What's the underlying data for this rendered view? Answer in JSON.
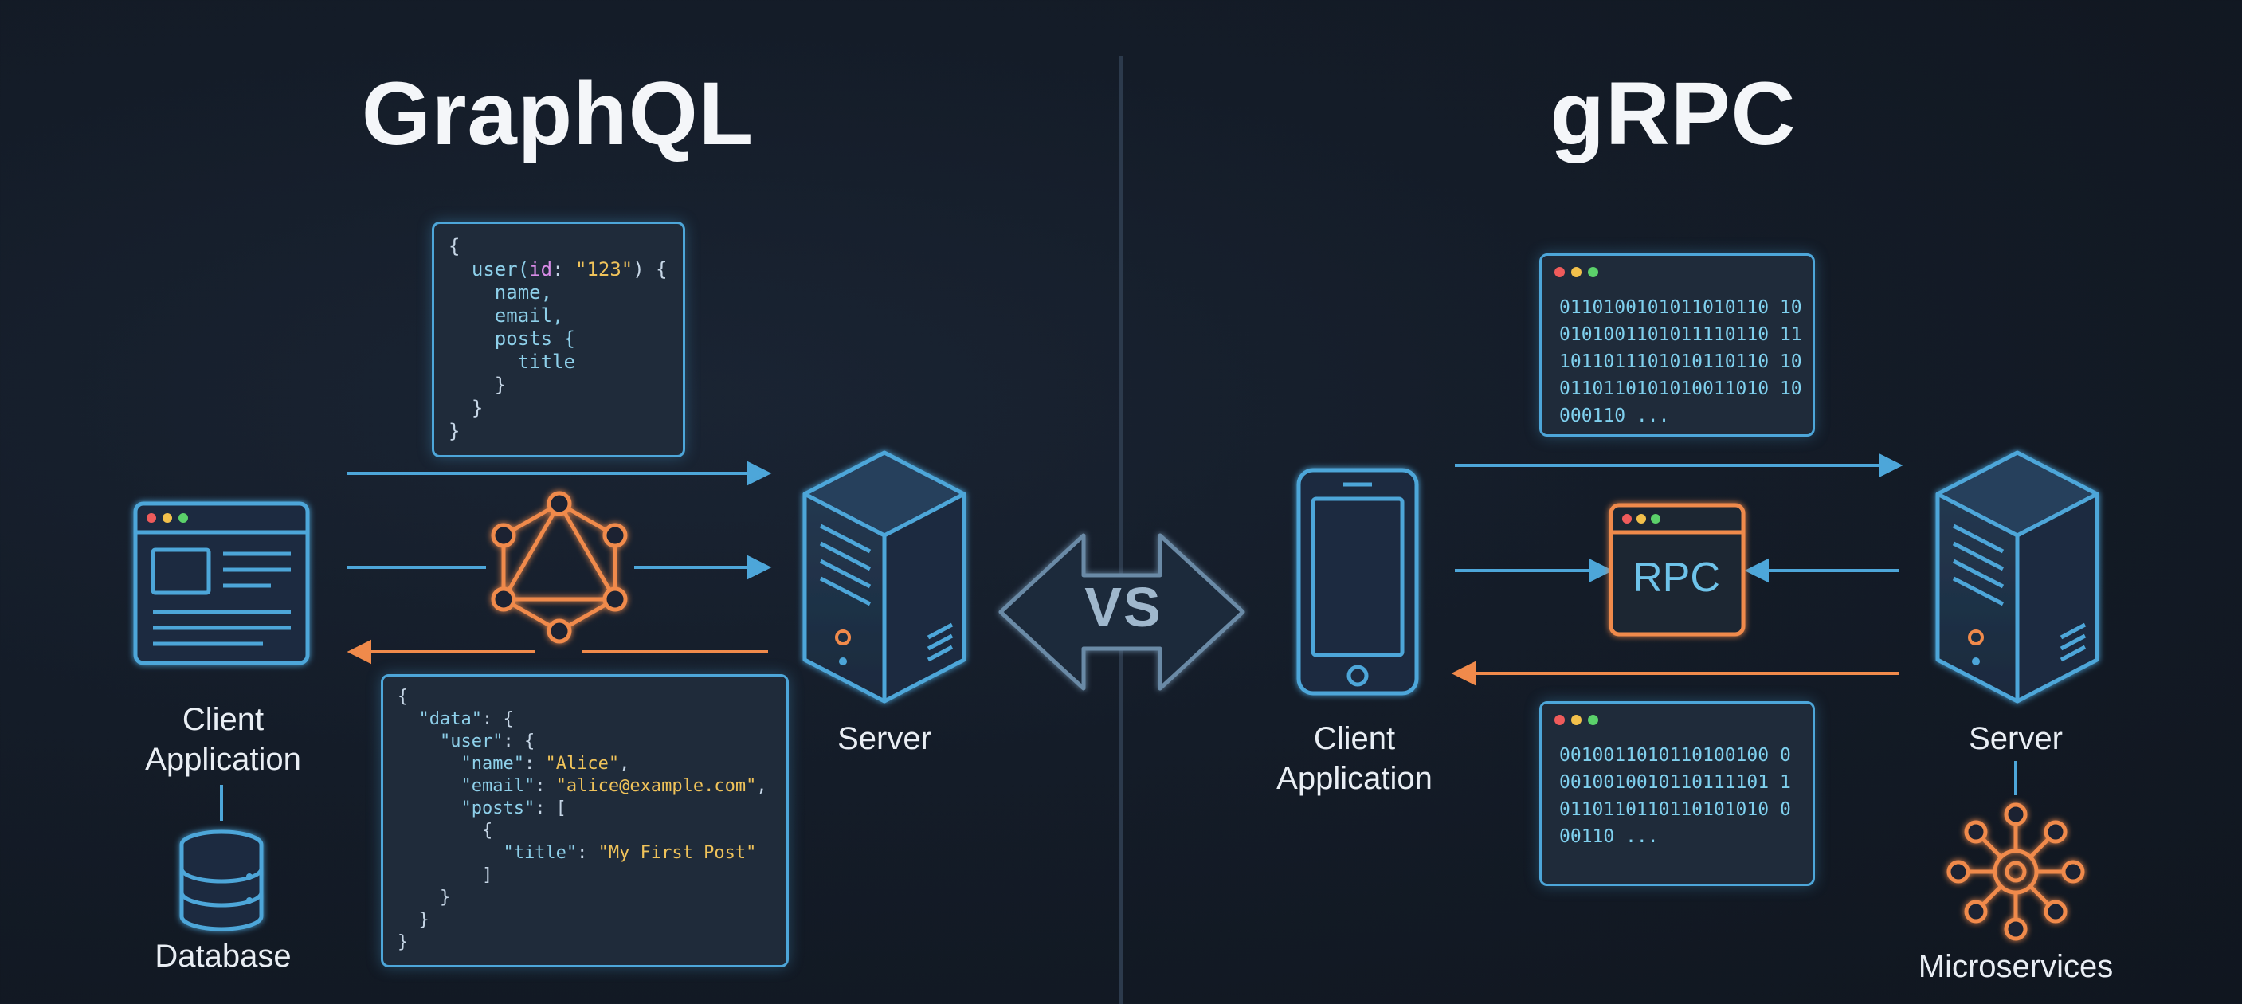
{
  "left": {
    "title": "GraphQL",
    "request_lines": [
      {
        "parts": [
          {
            "t": "{",
            "c": ""
          }
        ]
      },
      {
        "parts": [
          {
            "t": "  user(",
            "c": "k"
          },
          {
            "t": "id",
            "c": "kw"
          },
          {
            "t": ": ",
            "c": ""
          },
          {
            "t": "\"123\"",
            "c": "s"
          },
          {
            "t": ") {",
            "c": ""
          }
        ]
      },
      {
        "parts": [
          {
            "t": "    name,",
            "c": "k"
          }
        ]
      },
      {
        "parts": [
          {
            "t": "    email,",
            "c": "k"
          }
        ]
      },
      {
        "parts": [
          {
            "t": "    posts {",
            "c": "k"
          }
        ]
      },
      {
        "parts": [
          {
            "t": "      title",
            "c": "k"
          }
        ]
      },
      {
        "parts": [
          {
            "t": "    }",
            "c": ""
          }
        ]
      },
      {
        "parts": [
          {
            "t": "  }",
            "c": ""
          }
        ]
      },
      {
        "parts": [
          {
            "t": "}",
            "c": ""
          }
        ]
      }
    ],
    "response_lines": [
      {
        "parts": [
          {
            "t": "{",
            "c": ""
          }
        ]
      },
      {
        "parts": [
          {
            "t": "  \"data\"",
            "c": "k"
          },
          {
            "t": ": {",
            "c": ""
          }
        ]
      },
      {
        "parts": [
          {
            "t": "    \"user\"",
            "c": "k"
          },
          {
            "t": ": {",
            "c": ""
          }
        ]
      },
      {
        "parts": [
          {
            "t": "      \"name\"",
            "c": "k"
          },
          {
            "t": ": ",
            "c": ""
          },
          {
            "t": "\"Alice\"",
            "c": "s"
          },
          {
            "t": ",",
            "c": ""
          }
        ]
      },
      {
        "parts": [
          {
            "t": "      \"email\"",
            "c": "k"
          },
          {
            "t": ": ",
            "c": ""
          },
          {
            "t": "\"alice@example.com\"",
            "c": "s"
          },
          {
            "t": ",",
            "c": ""
          }
        ]
      },
      {
        "parts": [
          {
            "t": "      \"posts\"",
            "c": "k"
          },
          {
            "t": ": [",
            "c": ""
          }
        ]
      },
      {
        "parts": [
          {
            "t": "        {",
            "c": ""
          }
        ]
      },
      {
        "parts": [
          {
            "t": "          \"title\"",
            "c": "k"
          },
          {
            "t": ": ",
            "c": ""
          },
          {
            "t": "\"My First Post\"",
            "c": "s"
          }
        ]
      },
      {
        "parts": [
          {
            "t": "        ]",
            "c": ""
          }
        ]
      },
      {
        "parts": [
          {
            "t": "    }",
            "c": ""
          }
        ]
      },
      {
        "parts": [
          {
            "t": "  }",
            "c": ""
          }
        ]
      },
      {
        "parts": [
          {
            "t": "}",
            "c": ""
          }
        ]
      }
    ],
    "client_label": "Client\nApplication",
    "server_label": "Server",
    "database_label": "Database"
  },
  "center": {
    "vs_label": "VS"
  },
  "right": {
    "title": "gRPC",
    "request_binary": "0110100101011010110 10\n0101001101011110110 11\n1011011101010110110 10\n0110110101010011010 10\n000110 ...",
    "response_binary": "0010011010110100100 0\n0010010010110111101 1\n0110110110110101010 0\n00110 ...",
    "rpc_label": "RPC",
    "client_label": "Client\nApplication",
    "server_label": "Server",
    "microservices_label": "Microservices"
  },
  "colors": {
    "blue": "#4da6d9",
    "orange": "#f08a4b",
    "dot_red": "#ef5b5b",
    "dot_yellow": "#f2c04b",
    "dot_green": "#5bd16a"
  }
}
